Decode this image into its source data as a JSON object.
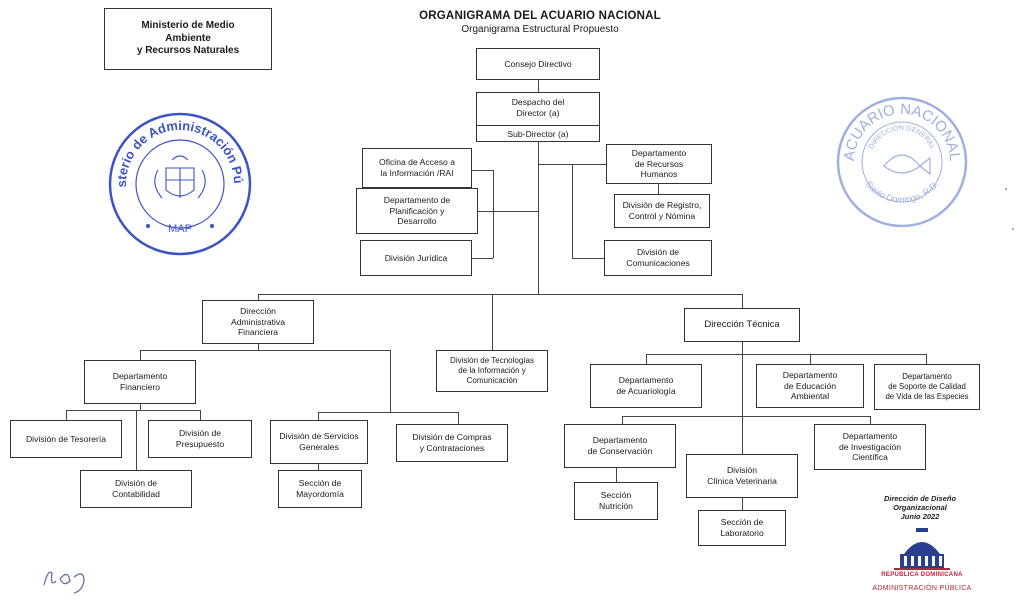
{
  "header": {
    "title": "ORGANIGRAMA DEL ACUARIO NACIONAL",
    "subtitle": "Organigrama Estructural Propuesto",
    "ministry": "Ministerio de Medio\nAmbiente\ny Recursos Naturales"
  },
  "seals": {
    "map_ring": "Ministerio de Administración Pública",
    "map_code": "MAP",
    "acuario_ring": "ACUARIO NACIONAL",
    "acuario_inner": "DIRECCIÓN GENERAL",
    "acuario_location": "Santo Domingo, R.D."
  },
  "boxes": {
    "consejo": "Consejo Directivo",
    "despacho": "Despacho del\nDirector (a)",
    "subdirector": "Sub-Director (a)",
    "oai": "Oficina de Acceso a\nla Información /RAI",
    "planificacion": "Departamento de\nPlanificación y\nDesarrollo",
    "juridica": "División Jurídica",
    "rrhh": "Departamento\nde Recursos\nHumanos",
    "registro": "División de Registro,\nControl y Nómina",
    "comunicaciones": "División de\nComunicaciones",
    "daf": "Dirección\nAdministrativa\nFinanciera",
    "tic": "División de Tecnologías\nde la Información y\nComunicación",
    "tecnica": "Dirección Técnica",
    "financiero": "Departamento\nFinanciero",
    "tesoreria": "División de Tesorería",
    "presupuesto": "División de\nPresupuesto",
    "contabilidad": "División de\nContabilidad",
    "servicios": "División de Servicios\nGenerales",
    "mayordomia": "Sección de\nMayordomía",
    "compras": "División de Compras\ny Contrataciones",
    "acuariologia": "Departamento\nde Acuariología",
    "educacion": "Departamento\nde Educación\nAmbiental",
    "soporte": "Departamento\nde Soporte de Calidad\nde Vida de las Especies",
    "conservacion": "Departamento\nde Conservación",
    "nutricion": "Sección\nNutrición",
    "clinica": "División\nClínica Veterinaria",
    "laboratorio": "Sección de\nLaboratorio",
    "investigacion": "Departamento\nde Investigación\nCientífica"
  },
  "footer": {
    "design_note": "Dirección de Diseño\nOrganizacional\nJunio 2022",
    "republica": "REPÚBLICA DOMINICANA",
    "administracion": "ADMINISTRACIÓN PÚBLICA"
  },
  "colors": {
    "seal_blue": "#3a54c8",
    "seal_faded_blue": "#9fb0e0",
    "logo_blue": "#2a3f8f",
    "logo_red": "#b0283b"
  }
}
